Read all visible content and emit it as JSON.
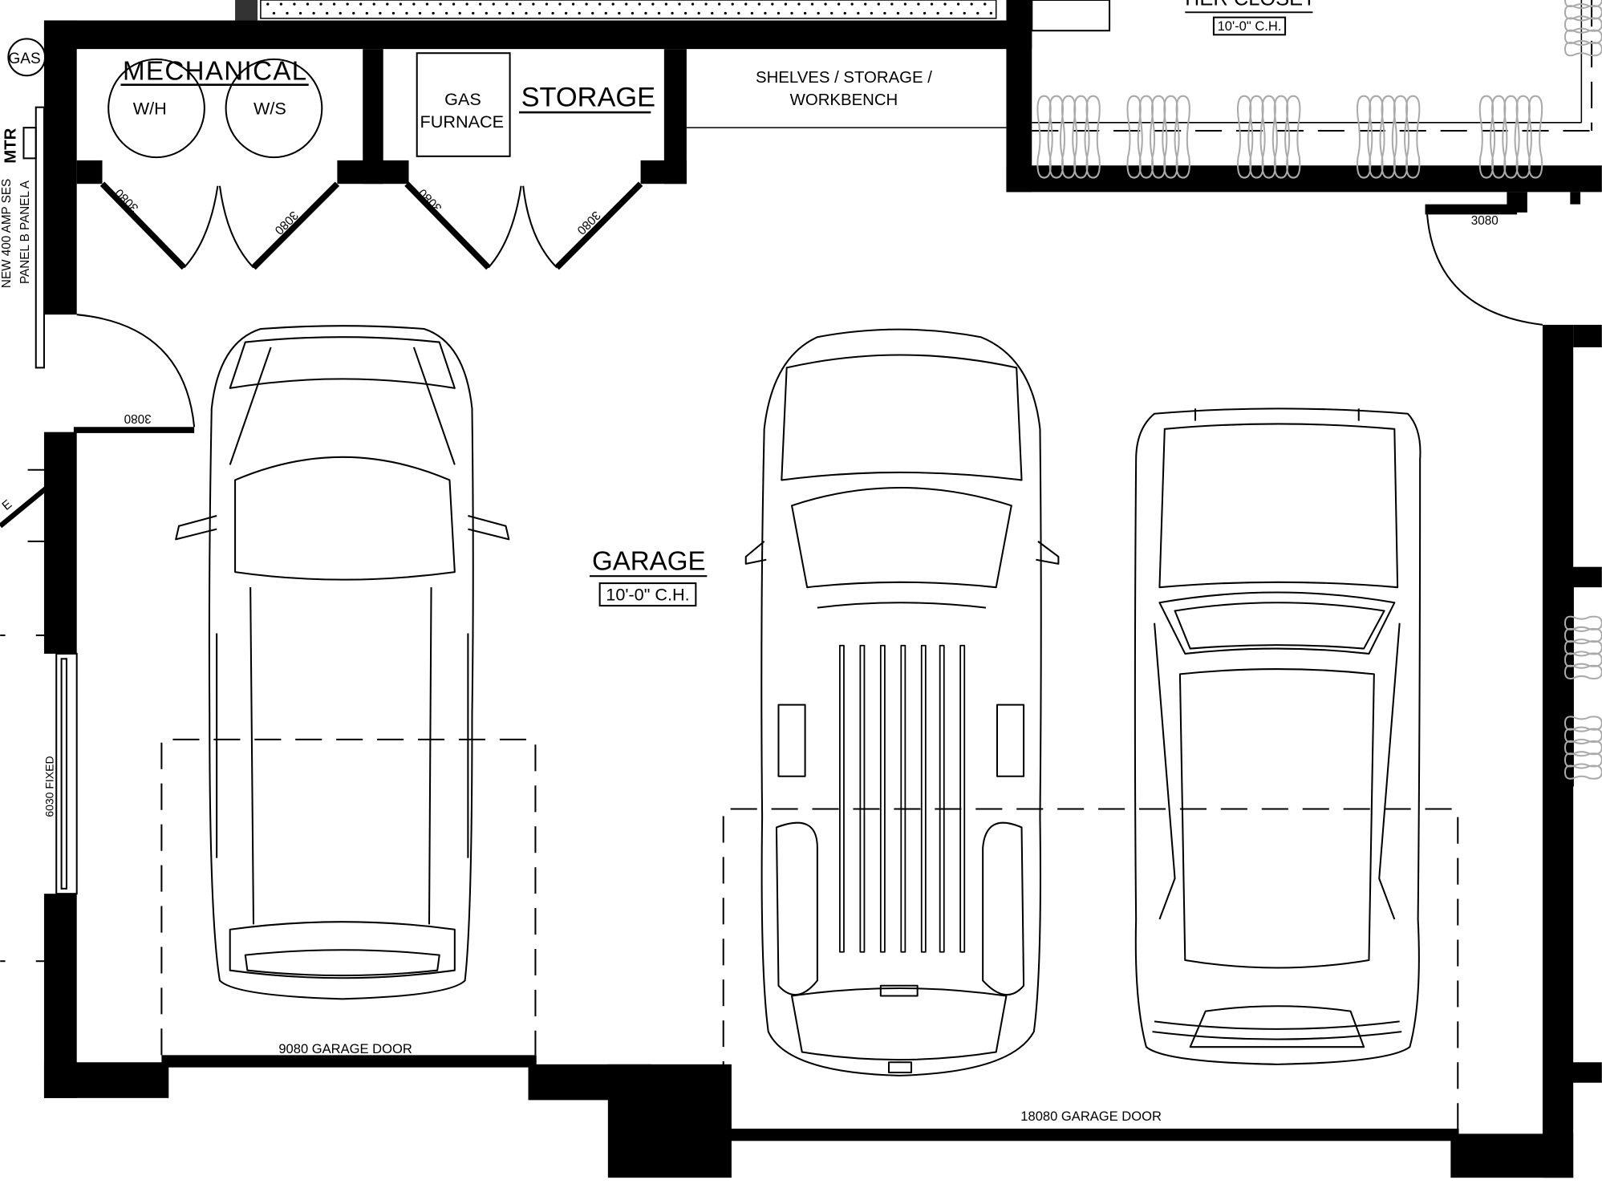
{
  "rooms": {
    "mechanical": {
      "label": "MECHANICAL",
      "water_heater": "W/H",
      "water_softener": "W/S"
    },
    "storage": {
      "label": "STORAGE",
      "furnace_line1": "GAS",
      "furnace_line2": "FURNACE"
    },
    "shelves": {
      "line1": "SHELVES / STORAGE /",
      "line2": "WORKBENCH"
    },
    "closet": {
      "label": "TIER CLOSET",
      "ceiling": "10'-0\" C.H."
    },
    "garage": {
      "label": "GARAGE",
      "ceiling": "10'-0\" C.H."
    }
  },
  "utilities": {
    "gas": "GAS",
    "meter": "MTR",
    "service_line1": "NEW 400 AMP SES",
    "service_line2": "PANEL B  PANEL A"
  },
  "doors": {
    "mech_left": "3080",
    "mech_right": "3080",
    "storage_left": "3080",
    "storage_right": "3080",
    "side_entry": "3080",
    "right_entry": "3080",
    "garage_door_single": "9080 GARAGE DOOR",
    "garage_door_double": "18080 GARAGE DOOR"
  },
  "windows": {
    "left_window": "6030 FIXED"
  },
  "edge_fragment": "E",
  "colors": {
    "line": "#000000",
    "radiator": "#aaaaaa"
  }
}
